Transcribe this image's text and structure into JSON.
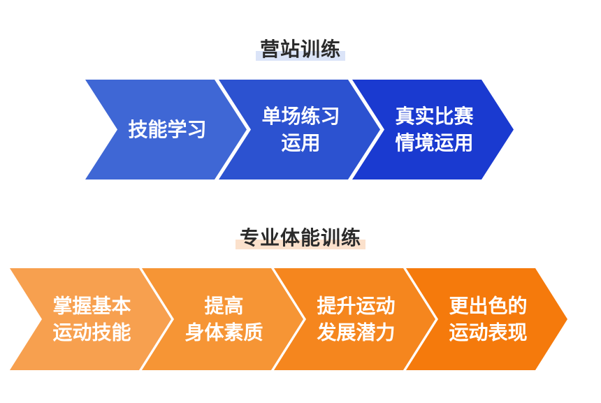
{
  "camp_training": {
    "title": "营站训练",
    "highlight_color": "#dbe4f8",
    "steps": [
      {
        "lines": [
          "技能学习"
        ],
        "color": "#3f67d5"
      },
      {
        "lines": [
          "单场练习",
          "运用"
        ],
        "color": "#2c52d0"
      },
      {
        "lines": [
          "真实比赛",
          "情境运用"
        ],
        "color": "#1a3ad0"
      }
    ]
  },
  "pro_fitness": {
    "title": "专业体能训练",
    "highlight_color": "#fbe1cc",
    "steps": [
      {
        "lines": [
          "掌握基本",
          "运动技能"
        ],
        "color": "#f7a04f"
      },
      {
        "lines": [
          "提高",
          "身体素质"
        ],
        "color": "#f69535"
      },
      {
        "lines": [
          "提升运动",
          "发展潜力"
        ],
        "color": "#f5861e"
      },
      {
        "lines": [
          "更出色的",
          "运动表现"
        ],
        "color": "#f57a0c"
      }
    ]
  }
}
